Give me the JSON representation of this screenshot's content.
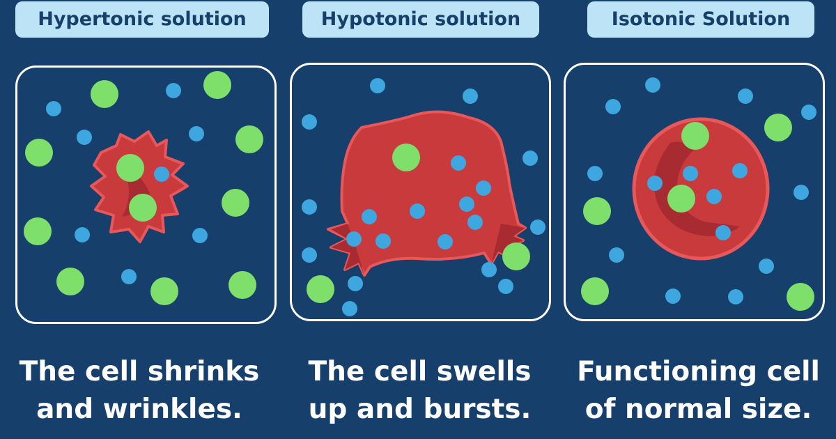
{
  "panels": [
    {
      "title": "Hypertonic solution",
      "caption_line1": "The cell shrinks",
      "caption_line2": "and wrinkles."
    },
    {
      "title": "Hypotonic solution",
      "caption_line1": "The cell swells",
      "caption_line2": "up and bursts."
    },
    {
      "title": "Isotonic Solution",
      "caption_line1": "Functioning cell",
      "caption_line2": "of normal size."
    }
  ],
  "colors": {
    "background": "#173f6b",
    "pill": "#bde3f6",
    "cell": "#c93a3d",
    "cell_outline": "#e8585a",
    "cell_dark": "#a82b31",
    "solute_large": "#7ee06a",
    "solute_small": "#3ea7e0"
  }
}
